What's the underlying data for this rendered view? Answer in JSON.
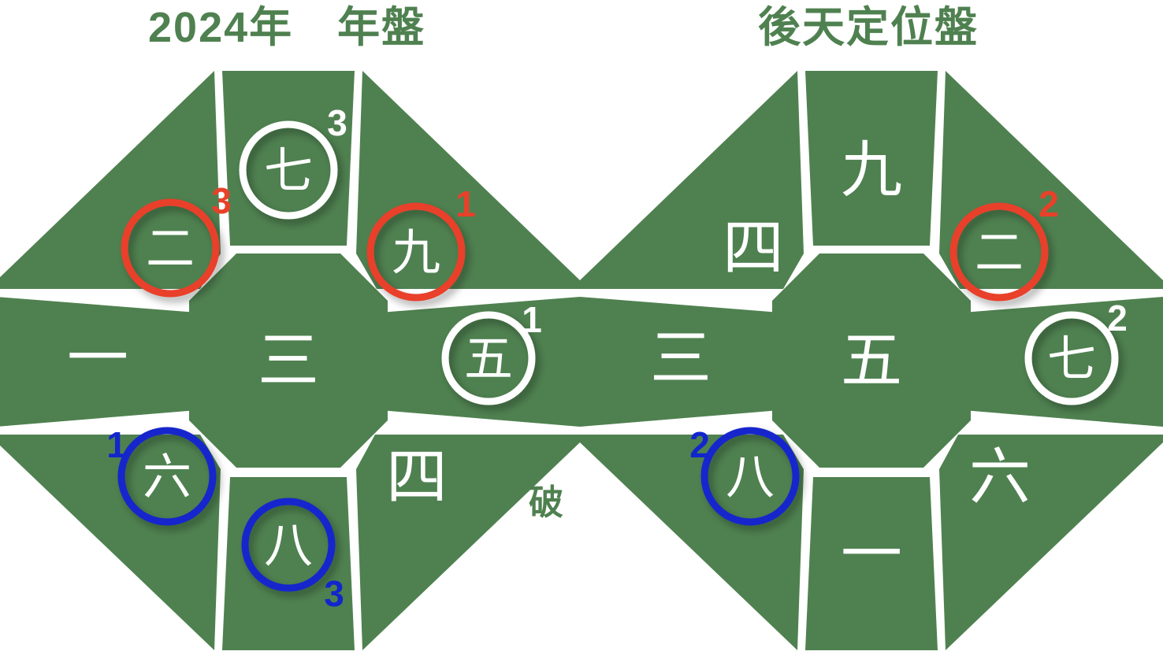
{
  "page": {
    "background": "#ffffff",
    "palette": {
      "green": "#4f8150",
      "white": "#ffffff",
      "red": "#e8412a",
      "blue": "#1226cc",
      "title_green": "#4f8150"
    }
  },
  "boards": [
    {
      "id": "year-board-2024",
      "title": "2024年　年盤",
      "cells": [
        {
          "position": "north",
          "label": "七",
          "marker": "circle",
          "marker_color": "#ffffff",
          "superscript": "3",
          "superscript_color": "#ffffff",
          "superscript_side": "right"
        },
        {
          "position": "northwest",
          "label": "二",
          "marker": "circle",
          "marker_color": "#e8412a",
          "superscript": "3",
          "superscript_color": "#e8412a",
          "superscript_side": "right"
        },
        {
          "position": "northeast",
          "label": "九",
          "marker": "circle",
          "marker_color": "#e8412a",
          "superscript": "1",
          "superscript_color": "#e8412a",
          "superscript_side": "right"
        },
        {
          "position": "west",
          "label": "一",
          "marker": "none",
          "marker_color": "",
          "superscript": "",
          "superscript_color": "",
          "superscript_side": ""
        },
        {
          "position": "center",
          "label": "三",
          "marker": "none",
          "marker_color": "",
          "superscript": "",
          "superscript_color": "",
          "superscript_side": ""
        },
        {
          "position": "east",
          "label": "五",
          "marker": "circle",
          "marker_color": "#ffffff",
          "superscript": "1",
          "superscript_color": "#ffffff",
          "superscript_side": "right"
        },
        {
          "position": "southwest",
          "label": "六",
          "marker": "circle",
          "marker_color": "#1226cc",
          "superscript": "1",
          "superscript_color": "#1226cc",
          "superscript_side": "left"
        },
        {
          "position": "south",
          "label": "八",
          "marker": "circle",
          "marker_color": "#1226cc",
          "superscript": "3",
          "superscript_color": "#1226cc",
          "superscript_side": "below-right"
        },
        {
          "position": "southeast",
          "label": "四",
          "marker": "none",
          "marker_color": "",
          "superscript": "",
          "superscript_color": "",
          "superscript_side": ""
        }
      ],
      "annotations": [
        {
          "text": "破",
          "color": "#4f8150",
          "near": "southeast-outside"
        }
      ]
    },
    {
      "id": "later-heaven-board",
      "title": "後天定位盤",
      "cells": [
        {
          "position": "north",
          "label": "九",
          "marker": "none",
          "marker_color": "",
          "superscript": "",
          "superscript_color": "",
          "superscript_side": ""
        },
        {
          "position": "northwest",
          "label": "四",
          "marker": "none",
          "marker_color": "",
          "superscript": "",
          "superscript_color": "",
          "superscript_side": ""
        },
        {
          "position": "northeast",
          "label": "二",
          "marker": "circle",
          "marker_color": "#e8412a",
          "superscript": "2",
          "superscript_color": "#e8412a",
          "superscript_side": "right"
        },
        {
          "position": "west",
          "label": "三",
          "marker": "none",
          "marker_color": "",
          "superscript": "",
          "superscript_color": "",
          "superscript_side": ""
        },
        {
          "position": "center",
          "label": "五",
          "marker": "none",
          "marker_color": "",
          "superscript": "",
          "superscript_color": "",
          "superscript_side": ""
        },
        {
          "position": "east",
          "label": "七",
          "marker": "circle",
          "marker_color": "#ffffff",
          "superscript": "2",
          "superscript_color": "#ffffff",
          "superscript_side": "right"
        },
        {
          "position": "southwest",
          "label": "八",
          "marker": "circle",
          "marker_color": "#1226cc",
          "superscript": "2",
          "superscript_color": "#1226cc",
          "superscript_side": "left"
        },
        {
          "position": "south",
          "label": "一",
          "marker": "none",
          "marker_color": "",
          "superscript": "",
          "superscript_color": "",
          "superscript_side": ""
        },
        {
          "position": "southeast",
          "label": "六",
          "marker": "none",
          "marker_color": "",
          "superscript": "",
          "superscript_color": "",
          "superscript_side": ""
        }
      ],
      "annotations": []
    }
  ]
}
